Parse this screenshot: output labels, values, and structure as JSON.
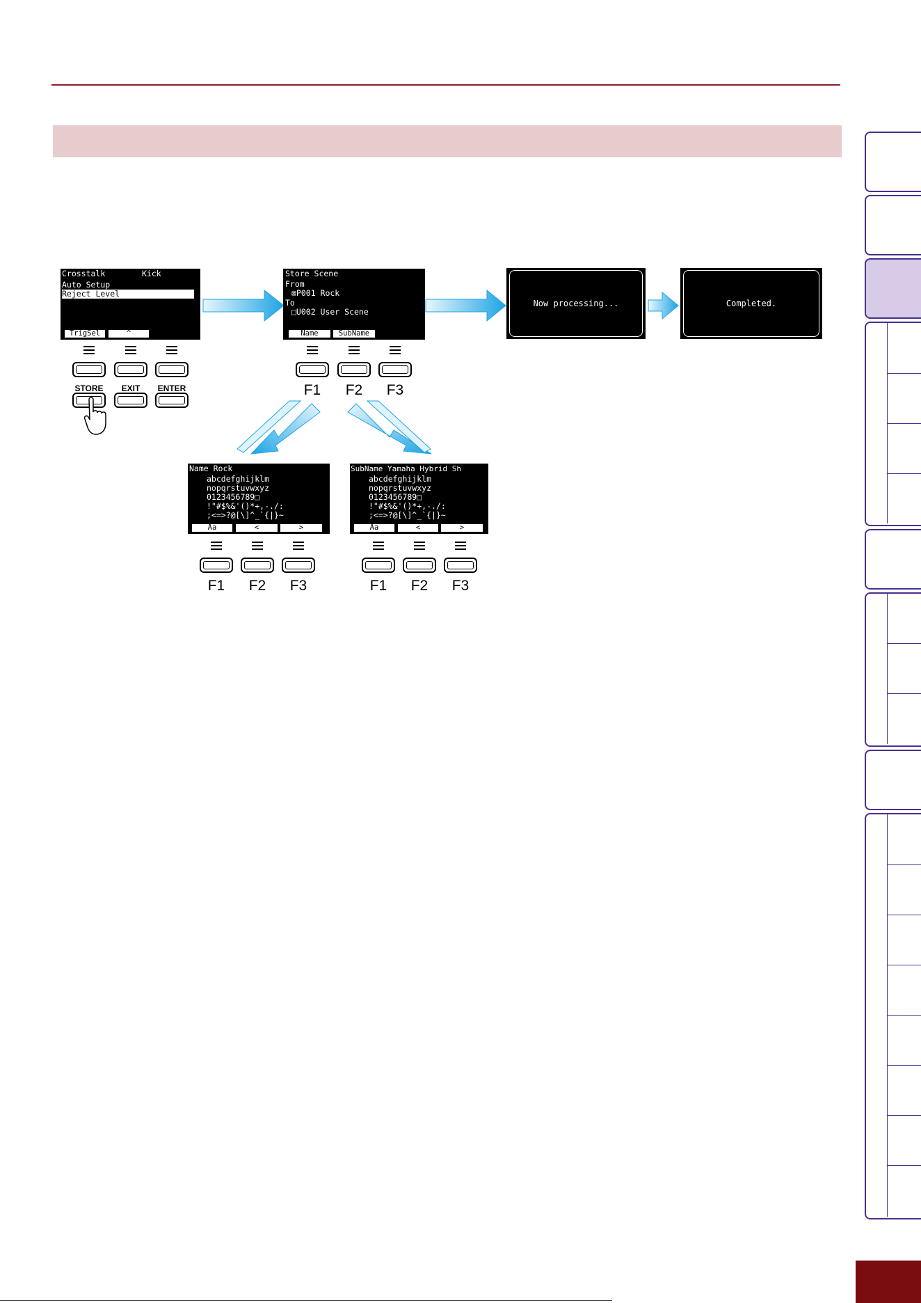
{
  "screens": {
    "crosstalk": {
      "title": "Crosstalk",
      "pad": "Kick",
      "items": [
        "Auto Setup",
        "Reject Level"
      ],
      "fkeys": [
        "TrigSel",
        "^"
      ]
    },
    "store_scene": {
      "title": "Store Scene",
      "from_label": "From",
      "from_value": "⊠P001 Rock",
      "to_label": "To",
      "to_value": "□U002 User Scene",
      "fkeys": [
        "Name",
        "SubName"
      ]
    },
    "processing": {
      "message": "Now processing..."
    },
    "completed": {
      "message": "Completed."
    },
    "name_edit": {
      "title": "Name Rock",
      "rows": [
        "abcdefghijklm",
        "nopqrstuvwxyz",
        "0123456789□",
        "!\"#$%&'()*+,-./:",
        ";<=>?@[\\]^_`{|}~"
      ],
      "fkeys": [
        "Aa",
        "<",
        ">"
      ]
    },
    "subname_edit": {
      "title": "SubName Yamaha Hybrid Sh",
      "rows": [
        "abcdefghijklm",
        "nopqrstuvwxyz",
        "0123456789□",
        "!\"#$%&'()*+,-./:",
        ";<=>?@[\\]^_`{|}~"
      ],
      "fkeys": [
        "Aa",
        "<",
        ">"
      ]
    }
  },
  "buttons": {
    "store": "STORE",
    "exit": "EXIT",
    "enter": "ENTER",
    "f1": "F1",
    "f2": "F2",
    "f3": "F3"
  },
  "colors": {
    "rule": "#8c1c2a",
    "band": "#e7cccd",
    "tab_border": "#4b2f8e",
    "tab_active": "#d8cbe8",
    "arrow": "#2aa7e6",
    "corner": "#7a0d10"
  }
}
